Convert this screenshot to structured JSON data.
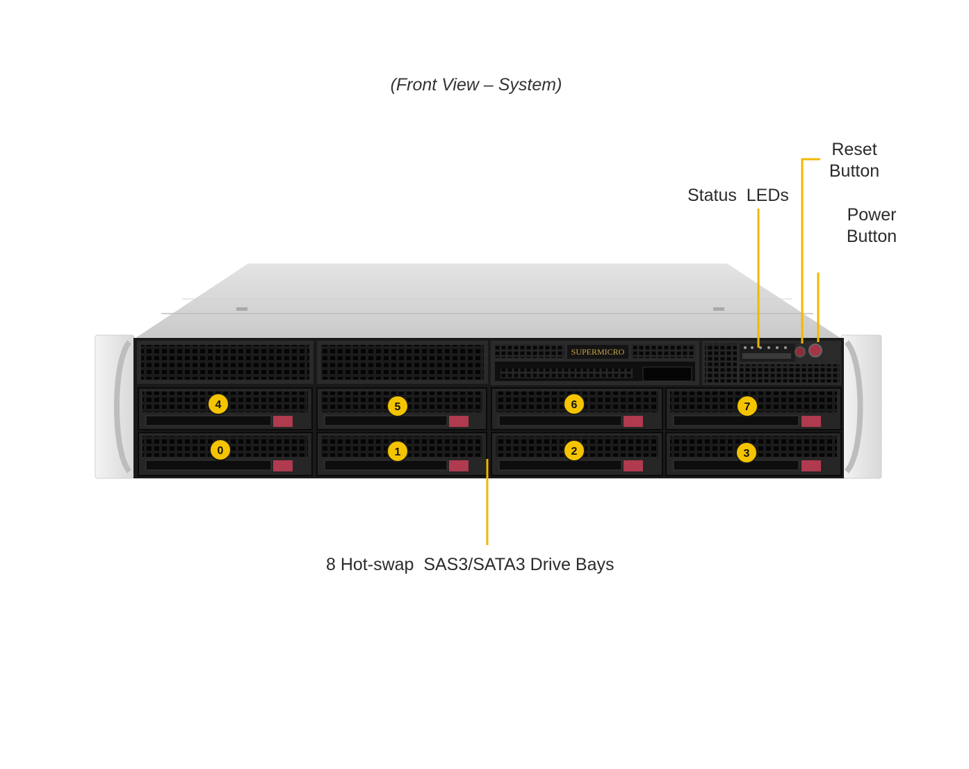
{
  "caption": "(Front View – System)",
  "callouts": {
    "reset": {
      "line1": "Reset",
      "line2": "Button"
    },
    "power": {
      "line1": "Power",
      "line2": "Button"
    },
    "status": "Status  LEDs",
    "drives": "8 Hot-swap  SAS3/SATA3 Drive Bays"
  },
  "brand_logo": "SUPERMICRO",
  "drive_bays": {
    "top_row": [
      "4",
      "5",
      "6",
      "7"
    ],
    "bottom_row": [
      "0",
      "1",
      "2",
      "3"
    ]
  },
  "colors": {
    "callout_line": "#f2b700",
    "badge_fill": "#f5c400",
    "chassis_top": "#d9d9d9",
    "bezel": "#1e1e1e",
    "drive_handle": "#b03a4e"
  }
}
